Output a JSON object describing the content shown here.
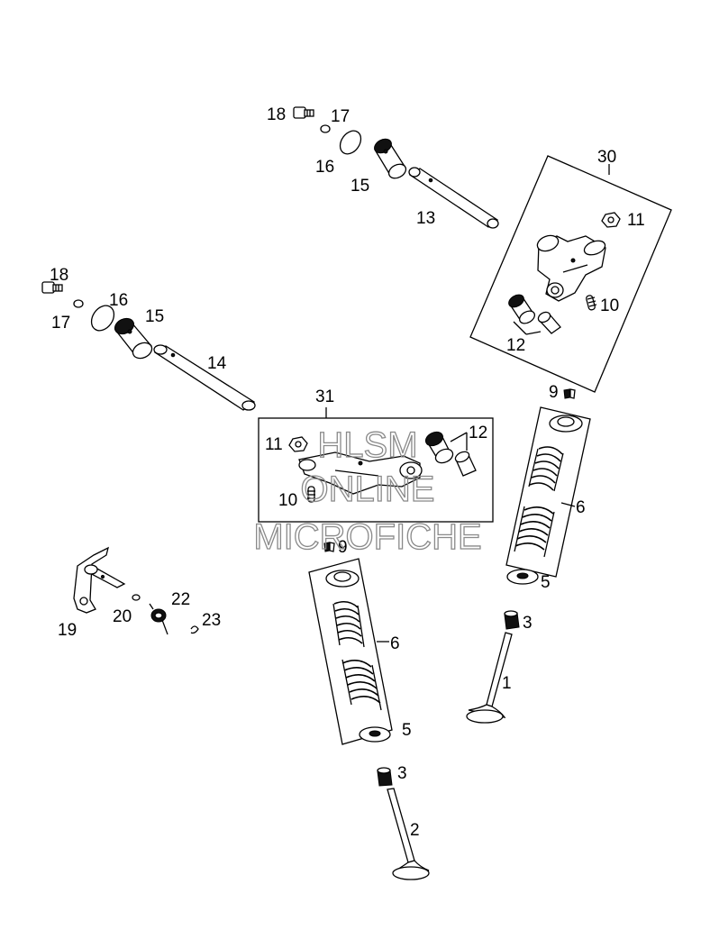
{
  "watermark": {
    "line1": "HLSM",
    "line2": "ONLINE",
    "line3": "MICROFICHE"
  },
  "labels": {
    "p18_top": "18",
    "p17_top": "17",
    "p16_top": "16",
    "p15_top": "15",
    "p13": "13",
    "p30": "30",
    "p11_top": "11",
    "p10_top": "10",
    "p12_top": "12",
    "p18_mid": "18",
    "p17_mid": "17",
    "p16_mid": "16",
    "p15_mid": "15",
    "p14": "14",
    "p31": "31",
    "p11_mid": "11",
    "p12_mid": "12",
    "p10_mid": "10",
    "p9_right": "9",
    "p6_right": "6",
    "p5_right": "5",
    "p3_right": "3",
    "p1": "1",
    "p9_left": "9",
    "p6_left": "6",
    "p5_left": "5",
    "p3_left": "3",
    "p2": "2",
    "p19": "19",
    "p20": "20",
    "p22": "22",
    "p23": "23"
  }
}
